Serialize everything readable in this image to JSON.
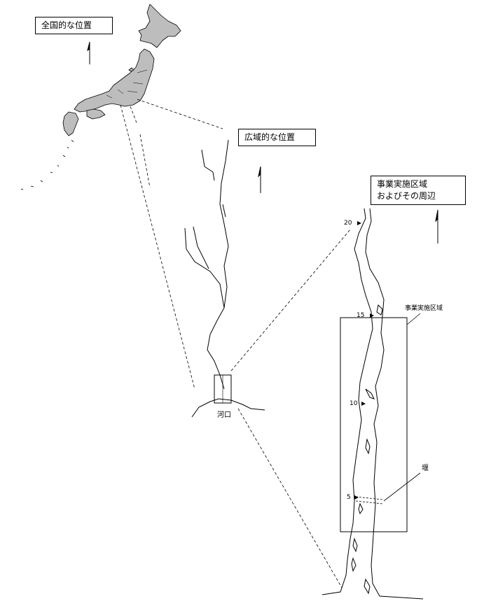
{
  "labels": {
    "japan": "全国的な位置",
    "region": "広域的な位置",
    "project_line1": "事業実施区域",
    "project_line2": "およびその周辺",
    "project_area": "事業実施区域",
    "estuary": "河口",
    "weir": "堰"
  },
  "km_markers": [
    "20",
    "15",
    "10",
    "5"
  ],
  "north_arrow": "north-arrow-icon",
  "colors": {
    "land_fill": "#bdbdbd",
    "line": "#000000"
  }
}
